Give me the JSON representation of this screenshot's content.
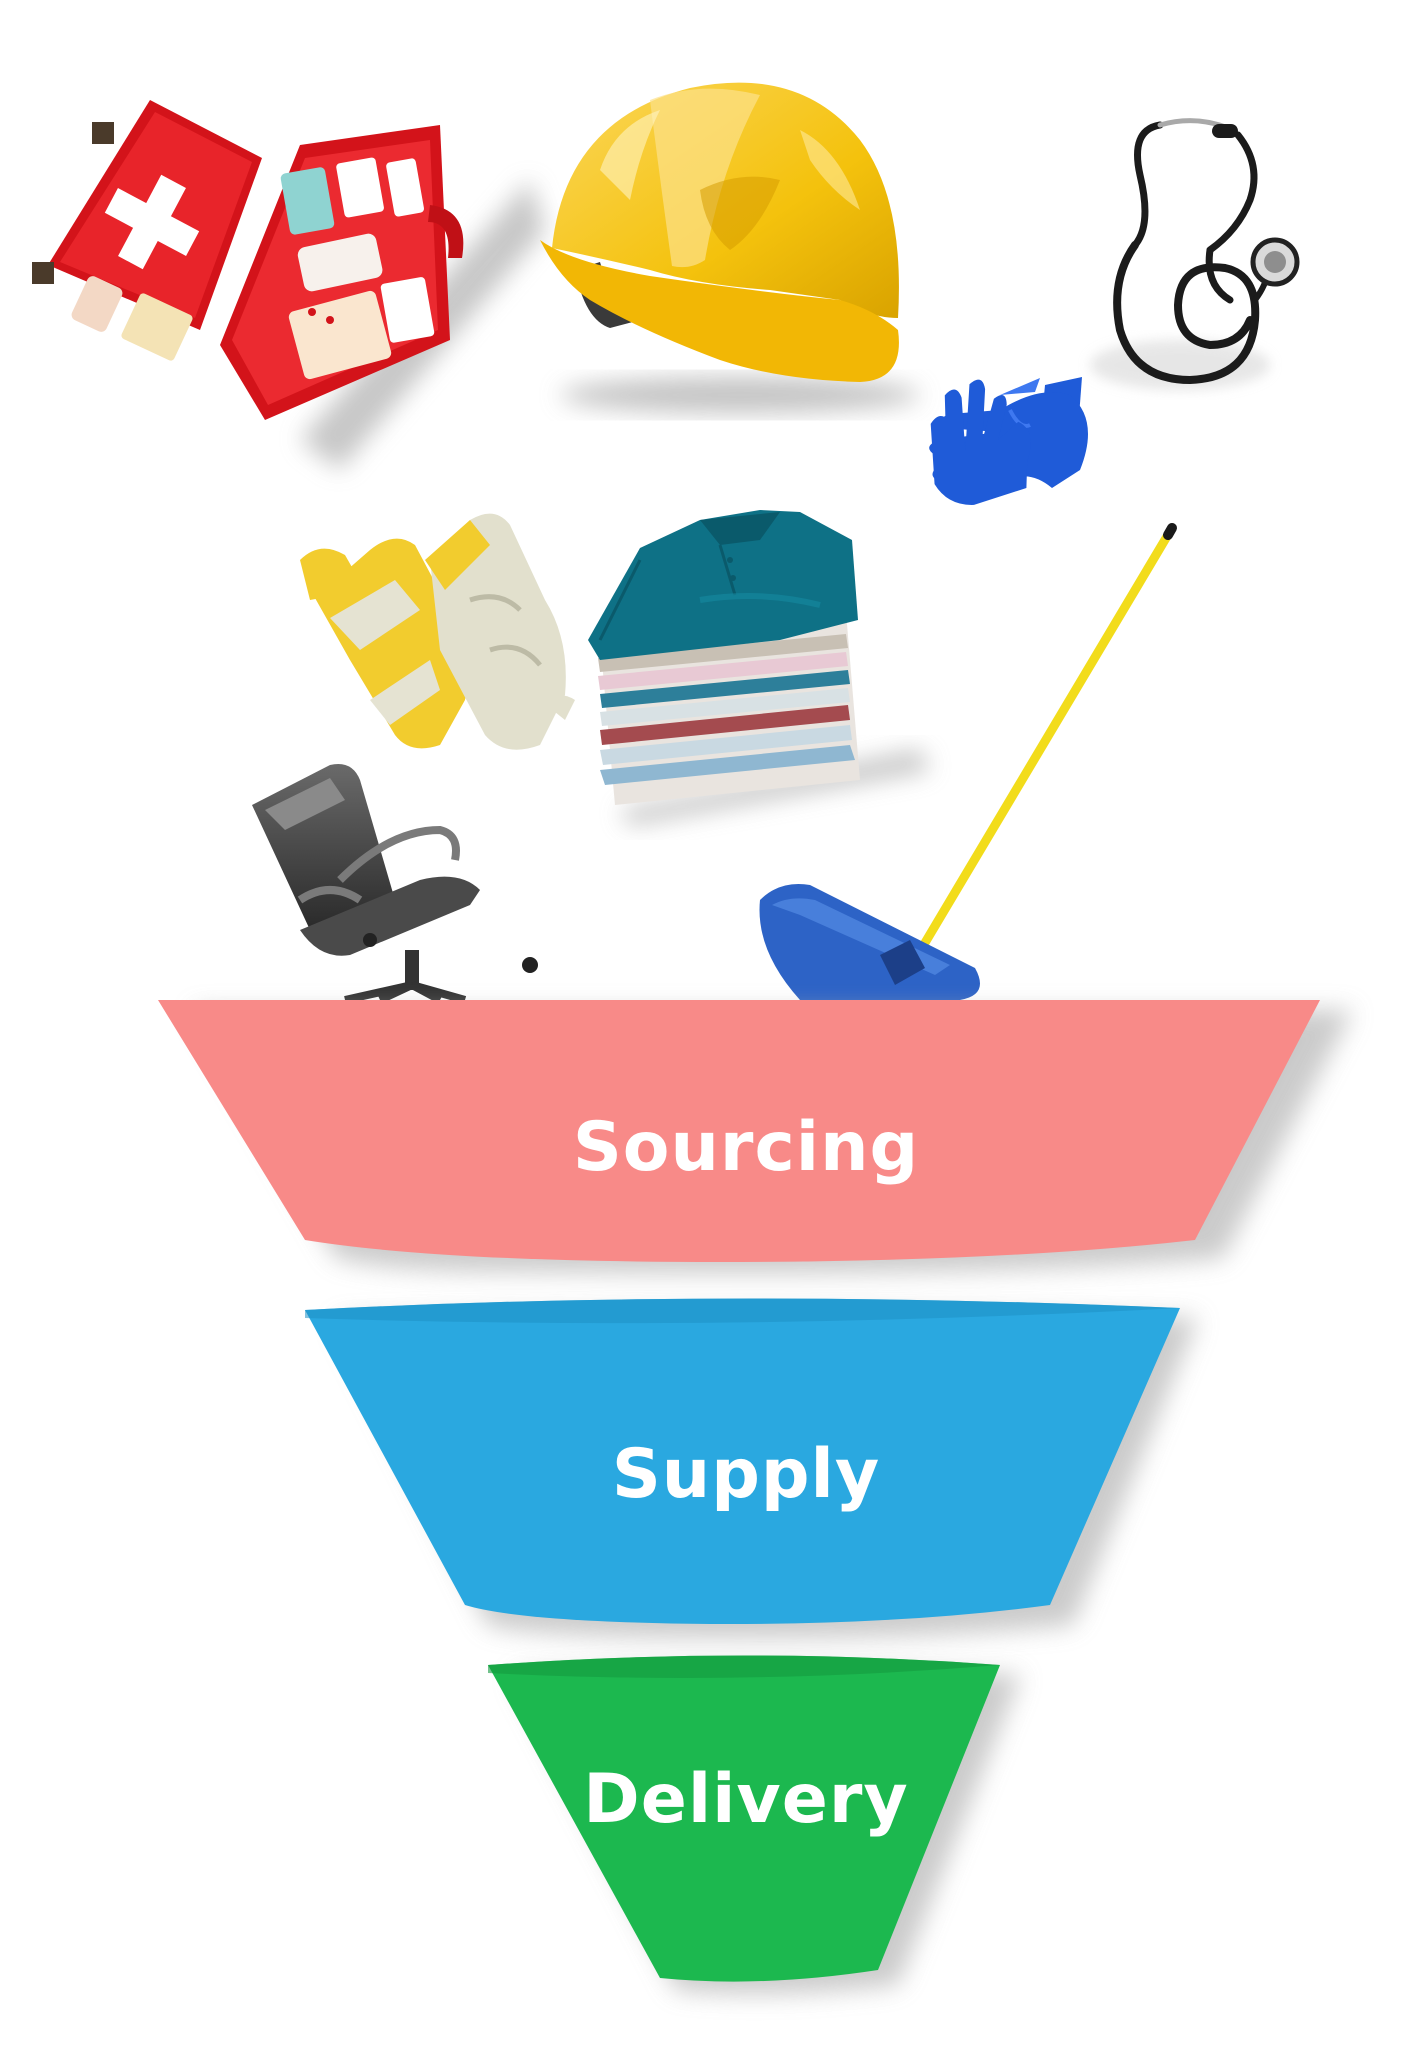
{
  "funnel": {
    "stages": [
      {
        "label": "Sourcing",
        "color": "#F88A88"
      },
      {
        "label": "Supply",
        "color": "#2AA8E0"
      },
      {
        "label": "Delivery",
        "color": "#1CB84F"
      }
    ]
  },
  "items": [
    {
      "name": "first-aid-kit-icon",
      "colors": [
        "#E3151B",
        "#FFFFFF"
      ]
    },
    {
      "name": "hard-hat-icon",
      "colors": [
        "#F4C20D"
      ]
    },
    {
      "name": "stethoscope-icon",
      "colors": [
        "#1A1A1A",
        "#B0B0B0"
      ]
    },
    {
      "name": "blue-gloves-icon",
      "colors": [
        "#1F5BD8"
      ]
    },
    {
      "name": "work-gloves-icon",
      "colors": [
        "#F2CC2E",
        "#E5E3D2"
      ]
    },
    {
      "name": "folded-shirts-icon",
      "colors": [
        "#0E7186",
        "#DADADA"
      ]
    },
    {
      "name": "mop-icon",
      "colors": [
        "#F2DC1B",
        "#2D63C6"
      ]
    },
    {
      "name": "office-chair-icon",
      "colors": [
        "#3A3A3A",
        "#9A9A9A"
      ]
    }
  ]
}
